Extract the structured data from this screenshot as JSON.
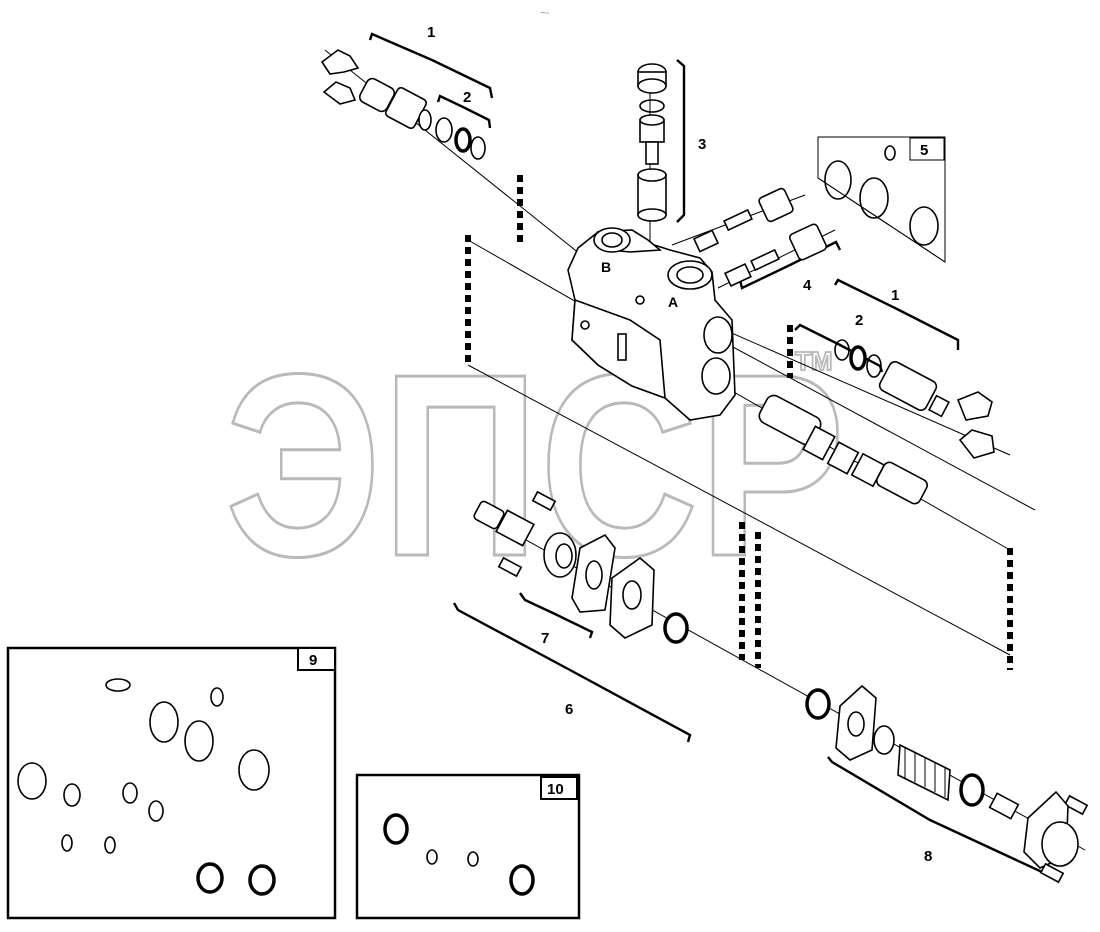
{
  "watermark": {
    "text": "ЭПСР",
    "tm": "TM"
  },
  "callouts": {
    "c1a": "1",
    "c2a": "2",
    "c3": "3",
    "c4": "4",
    "c5": "5",
    "c1b": "1",
    "c2b": "2",
    "c6": "6",
    "c7": "7",
    "c8": "8",
    "c9": "9",
    "c10": "10"
  },
  "body_ports": {
    "port_b": "B",
    "port_a": "A"
  }
}
